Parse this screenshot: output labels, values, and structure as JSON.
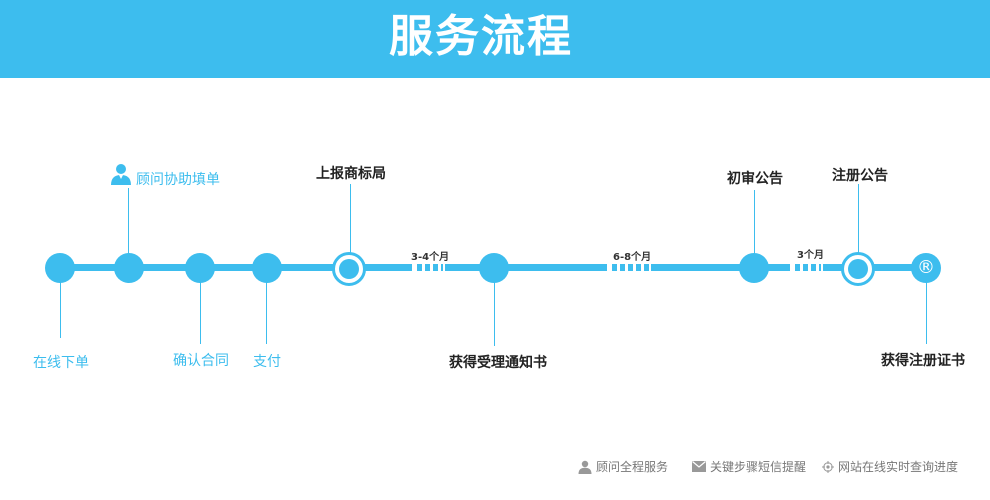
{
  "header": {
    "title": "服务流程",
    "background": "#3dbdee"
  },
  "accent_color": "#3dbdee",
  "steps": [
    {
      "label": "在线下单",
      "style": "filled"
    },
    {
      "label": "顾问协助填单",
      "style": "filled",
      "icon": "person-icon"
    },
    {
      "label": "确认合同",
      "style": "filled"
    },
    {
      "label": "支付",
      "style": "filled"
    },
    {
      "label": "上报商标局",
      "style": "ring"
    },
    {
      "label": "获得受理通知书",
      "style": "filled"
    },
    {
      "label": "初审公告",
      "style": "filled"
    },
    {
      "label": "注册公告",
      "style": "ring"
    },
    {
      "label": "获得注册证书",
      "style": "registered",
      "symbol": "®"
    }
  ],
  "durations": [
    "3-4个月",
    "6-8个月",
    "3个月"
  ],
  "footer": [
    {
      "icon": "person-icon",
      "text": "顾问全程服务"
    },
    {
      "icon": "envelope-icon",
      "text": "关键步骤短信提醒"
    },
    {
      "icon": "locate-icon",
      "text": "网站在线实时查询进度"
    }
  ]
}
